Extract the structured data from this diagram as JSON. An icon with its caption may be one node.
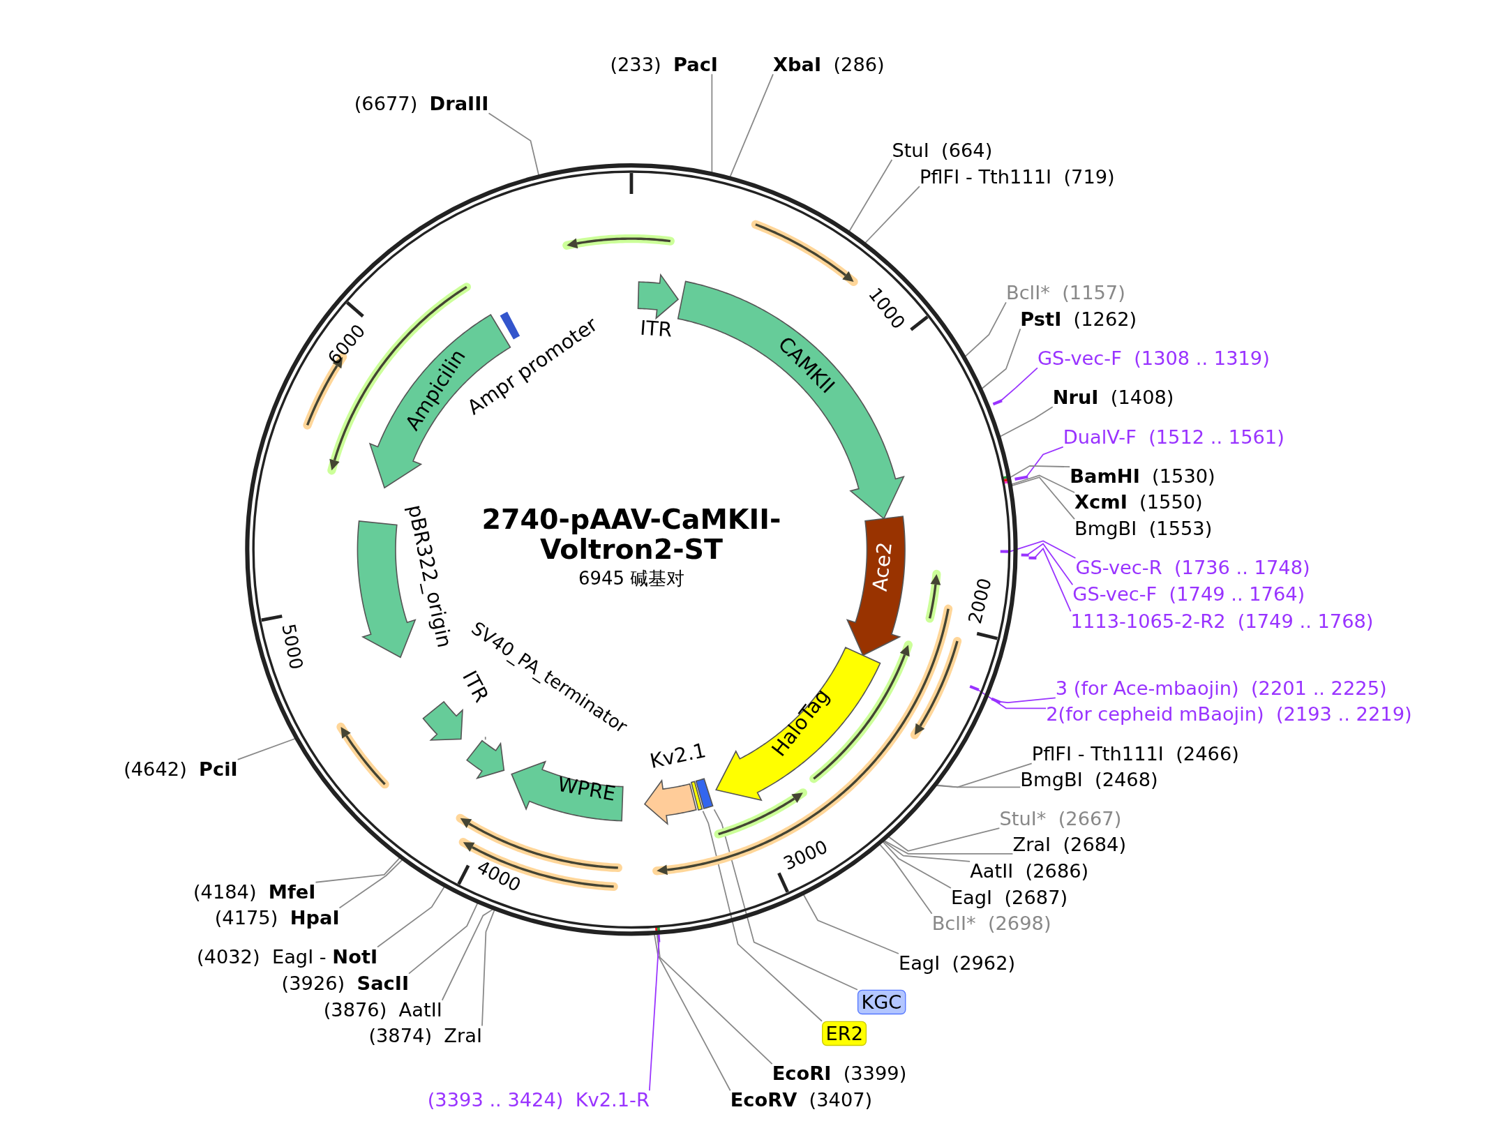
{
  "diagram": {
    "title": "2740-pAAV-CaMKII-Voltron2-ST",
    "nodes": [
      {
        "text": [],
        "shape": "circle"
      },
      {
        "text": [
          "ITR"
        ],
        "in": 0
      },
      {
        "text": [
          "CAMKII"
        ],
        "in": 0
      },
      {
        "text": [
          "Ace2"
        ],
        "in": 0
      },
      {
        "text": [
          "HaloTag"
        ],
        "in": 0
      },
      {
        "text": [],
        "shape": "bar",
        "in": 0
      },
      {
        "text": [],
        "shape": "bar",
        "in": 0
      },
      {
        "text": [
          "Kv2.1"
        ],
        "in": 0
      },
      {
        "text": [
          "WPRE"
        ],
        "in": 0
      },
      {
        "text": [],
        "shape": "arrow",
        "in": 0
      },
      {
        "text": [
          "SV40_PA_terminator"
        ],
        "in": 0
      },
      {
        "text": [
          "ITR"
        ],
        "in": 0
      },
      {
        "text": [
          "pBR322_origin"
        ],
        "in": 0
      },
      {
        "text": [
          "Ampicilin"
        ],
        "in": 0
      },
      {
        "text": [
          "Ampr promoter"
        ],
        "in": 0
      },
      {
        "text": [
          "KGC"
        ]
      },
      {
        "text": [
          "ER2"
        ]
      },
      {
        "text": [
          "(233)  **PacI**"
        ]
      },
      {
        "text": [
          "**XbaI**  (286)"
        ]
      },
      {
        "text": [
          "(6677)  **DraIII**"
        ]
      },
      {
        "text": [
          "StuI  (664)"
        ]
      },
      {
        "text": [
          "PflFI - Tth111I  (719)"
        ]
      },
      {
        "text": [
          "BclI*  (1157)"
        ]
      },
      {
        "text": [
          "**PstI**  (1262)"
        ]
      },
      {
        "text": [
          "GS-vec-F  (1308 .. 1319)"
        ]
      },
      {
        "text": [
          "**NruI**  (1408)"
        ]
      },
      {
        "text": [
          "DualV-F  (1512 .. 1561)"
        ]
      },
      {
        "text": [
          "**BamHI**  (1530)"
        ]
      },
      {
        "text": [
          "**XcmI**  (1550)"
        ]
      },
      {
        "text": [
          "BmgBI  (1553)"
        ]
      },
      {
        "text": [
          "GS-vec-R  (1736 .. 1748)"
        ]
      },
      {
        "text": [
          "GS-vec-F  (1749 .. 1764)"
        ]
      },
      {
        "text": [
          "1113-1065-2-R2  (1749 .. 1768)"
        ]
      },
      {
        "text": [
          "3 (for Ace-mbaojin)  (2201 .. 2225)"
        ]
      },
      {
        "text": [
          "2(for cepheid mBaojin)  (2193 .. 2219)"
        ]
      },
      {
        "text": [
          "PflFI - Tth111I  (2466)"
        ]
      },
      {
        "text": [
          "BmgBI  (2468)"
        ]
      },
      {
        "text": [
          "StuI*  (2667)"
        ]
      },
      {
        "text": [
          "ZraI  (2684)"
        ]
      },
      {
        "text": [
          "AatII  (2686)"
        ]
      },
      {
        "text": [
          "EagI  (2687)"
        ]
      },
      {
        "text": [
          "BclI*  (2698)"
        ]
      },
      {
        "text": [
          "EagI  (2962)"
        ]
      },
      {
        "text": [
          "**EcoRI**  (3399)"
        ]
      },
      {
        "text": [
          "**EcoRV**  (3407)"
        ]
      },
      {
        "text": [
          "(3393 .. 3424)  Kv2.1-R"
        ]
      },
      {
        "text": [
          "(3874)  ZraI"
        ]
      },
      {
        "text": [
          "(3876)  AatII"
        ]
      },
      {
        "text": [
          "(3926)  **SacII**"
        ]
      },
      {
        "text": [
          "(4032)  EagI - **NotI**"
        ]
      },
      {
        "text": [
          "(4175)  **HpaI**"
        ]
      },
      {
        "text": [
          "(4184)  **MfeI**"
        ]
      },
      {
        "text": [
          "(4642)  **PciI**"
        ]
      }
    ],
    "edges": [
      {
        "from": 17,
        "to": 0,
        "arrow": "none"
      },
      {
        "from": 18,
        "to": 0,
        "arrow": "none"
      },
      {
        "from": 19,
        "to": 0,
        "arrow": "none"
      },
      {
        "from": 20,
        "to": 0,
        "arrow": "none"
      },
      {
        "from": 21,
        "to": 0,
        "arrow": "none"
      },
      {
        "from": 22,
        "to": 0,
        "arrow": "none"
      },
      {
        "from": 23,
        "to": 0,
        "arrow": "none"
      },
      {
        "from": 24,
        "to": 0,
        "arrow": "none",
        "color": "#9933ff"
      },
      {
        "from": 25,
        "to": 0,
        "arrow": "none"
      },
      {
        "from": 26,
        "to": 0,
        "arrow": "none",
        "color": "#9933ff"
      },
      {
        "from": 27,
        "to": 0,
        "arrow": "none"
      },
      {
        "from": 28,
        "to": 0,
        "arrow": "none"
      },
      {
        "from": 29,
        "to": 0,
        "arrow": "none"
      },
      {
        "from": 30,
        "to": 0,
        "arrow": "none",
        "color": "#9933ff"
      },
      {
        "from": 31,
        "to": 0,
        "arrow": "none",
        "color": "#9933ff"
      },
      {
        "from": 32,
        "to": 0,
        "arrow": "none",
        "color": "#9933ff"
      },
      {
        "from": 33,
        "to": 0,
        "arrow": "none",
        "color": "#9933ff"
      },
      {
        "from": 34,
        "to": 0,
        "arrow": "none",
        "color": "#9933ff"
      },
      {
        "from": 35,
        "to": 0,
        "arrow": "none"
      },
      {
        "from": 36,
        "to": 0,
        "arrow": "none"
      },
      {
        "from": 37,
        "to": 0,
        "arrow": "none"
      },
      {
        "from": 38,
        "to": 0,
        "arrow": "none"
      },
      {
        "from": 39,
        "to": 0,
        "arrow": "none"
      },
      {
        "from": 40,
        "to": 0,
        "arrow": "none"
      },
      {
        "from": 41,
        "to": 0,
        "arrow": "none"
      },
      {
        "from": 42,
        "to": 0,
        "arrow": "none"
      },
      {
        "from": 43,
        "to": 0,
        "arrow": "none"
      },
      {
        "from": 44,
        "to": 0,
        "arrow": "none"
      },
      {
        "from": 45,
        "to": 0,
        "arrow": "none",
        "color": "#9933ff"
      },
      {
        "from": 46,
        "to": 0,
        "arrow": "none"
      },
      {
        "from": 47,
        "to": 0,
        "arrow": "none"
      },
      {
        "from": 48,
        "to": 0,
        "arrow": "none"
      },
      {
        "from": 49,
        "to": 0,
        "arrow": "none"
      },
      {
        "from": 50,
        "to": 0,
        "arrow": "none"
      },
      {
        "from": 51,
        "to": 0,
        "arrow": "none"
      },
      {
        "from": 52,
        "to": 0,
        "arrow": "none"
      },
      {
        "from": 15,
        "to": 5,
        "arrow": "none"
      },
      {
        "from": 16,
        "to": 6,
        "arrow": "none"
      },
      {
        "from": 10,
        "to": 9,
        "arrow": "none"
      }
    ],
    "labels": [
      "6945 碱基对",
      "1000",
      "2000",
      "3000",
      "4000",
      "5000",
      "6000"
    ]
  }
}
